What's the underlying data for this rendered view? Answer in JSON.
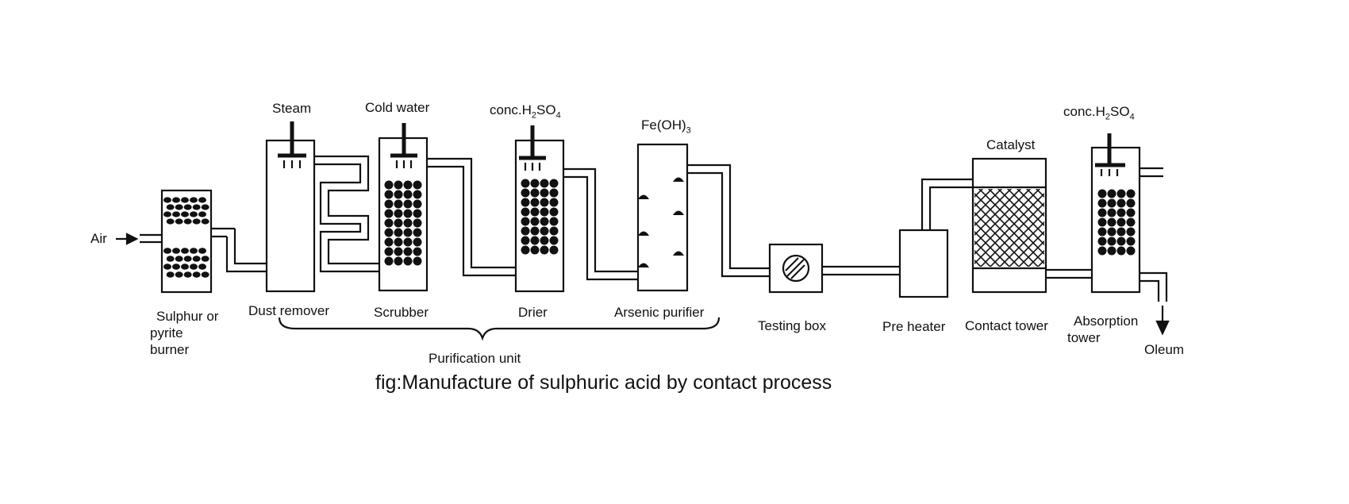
{
  "inputs": {
    "air": "Air"
  },
  "feeds": {
    "steam": "Steam",
    "cold_water": "Cold water",
    "acid_1_prefix": "conc.H",
    "acid_1_sub_a": "2",
    "acid_1_mid": "SO",
    "acid_1_sub_b": "4",
    "feoh_prefix": "Fe(OH)",
    "feoh_sub": "3",
    "catalyst": "Catalyst",
    "acid_2_prefix": "conc.H",
    "acid_2_sub_a": "2",
    "acid_2_mid": "SO",
    "acid_2_sub_b": "4"
  },
  "units": {
    "burner_line1": "Sulphur or",
    "burner_line2": "pyrite",
    "burner_line3": "burner",
    "dust_remover": "Dust remover",
    "scrubber": "Scrubber",
    "drier": "Drier",
    "arsenic_purifier": "Arsenic purifier",
    "testing_box": "Testing box",
    "pre_heater": "Pre heater",
    "contact_tower": "Contact tower",
    "absorption_line1": "Absorption",
    "absorption_line2": "tower"
  },
  "outputs": {
    "oleum": "Oleum"
  },
  "groups": {
    "purification": "Purification unit"
  },
  "caption": "fig:Manufacture of sulphuric acid by contact process"
}
